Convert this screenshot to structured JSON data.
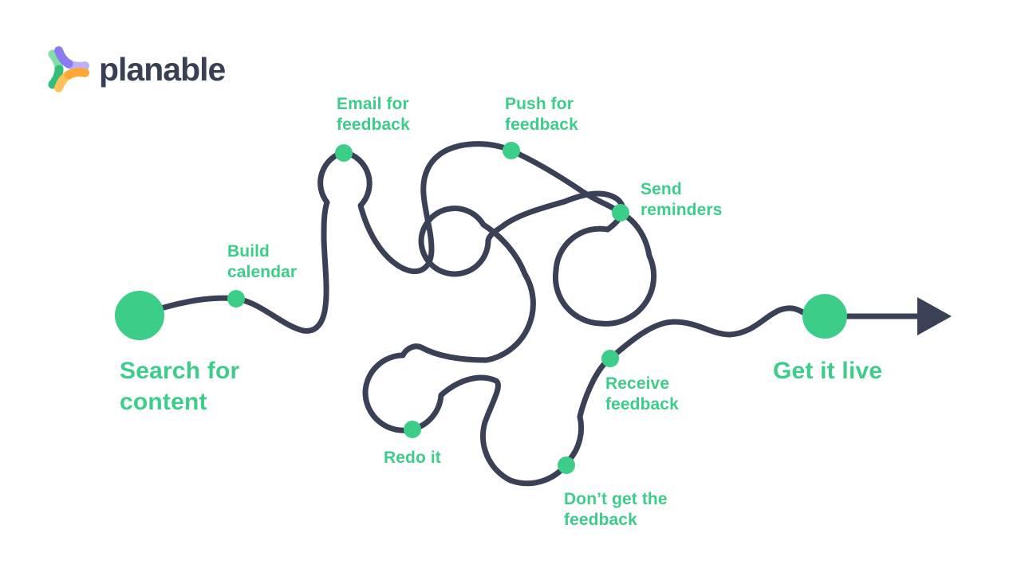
{
  "brand": {
    "wordmark": "planable",
    "logo_icon": "planable-pinwheel-icon",
    "colors": {
      "wordmark_navy": "#3A4053",
      "petal_green_light": "#85DDA6",
      "petal_green_dark": "#2FBF78",
      "petal_purple_light": "#BDB2F7",
      "petal_purple_dark": "#8A7AF0",
      "petal_orange": "#FFA733",
      "petal_yellow": "#FFC25A"
    }
  },
  "diagram": {
    "type": "tangled-journey-illustration",
    "colors": {
      "accent_green": "#3CCD89",
      "line_navy": "#3A4156",
      "background": "#FFFFFF"
    },
    "start": {
      "title_line1": "Search for",
      "title_line2": "content"
    },
    "end": {
      "title": "Get it live"
    },
    "milestones": [
      {
        "id": "build-calendar",
        "label_line1": "Build",
        "label_line2": "calendar"
      },
      {
        "id": "email-feedback",
        "label_line1": "Email for",
        "label_line2": "feedback"
      },
      {
        "id": "push-feedback",
        "label_line1": "Push for",
        "label_line2": "feedback"
      },
      {
        "id": "send-reminders",
        "label_line1": "Send",
        "label_line2": "reminders"
      },
      {
        "id": "receive-feedback",
        "label_line1": "Receive",
        "label_line2": "feedback"
      },
      {
        "id": "redo-it",
        "label_line1": "Redo it",
        "label_line2": ""
      },
      {
        "id": "dont-get-feedback",
        "label_line1": "Don’t get the",
        "label_line2": "feedback"
      }
    ]
  }
}
